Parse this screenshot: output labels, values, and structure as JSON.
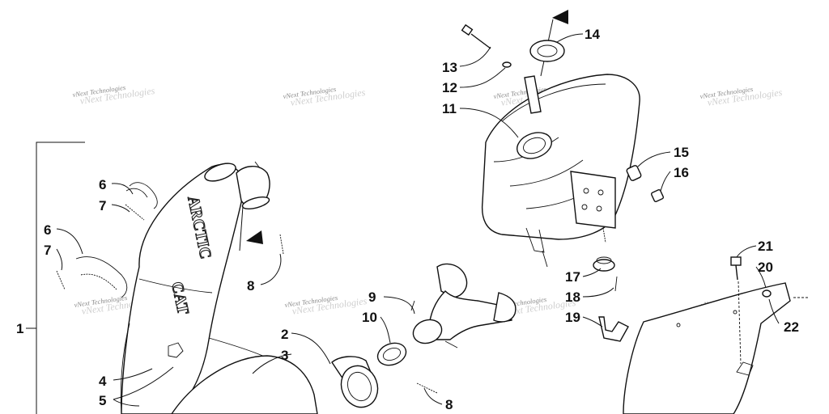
{
  "diagram": {
    "callouts": {
      "c1": "1",
      "c2": "2",
      "c3": "3",
      "c4": "4",
      "c5": "5",
      "c6a": "6",
      "c6b": "6",
      "c7a": "7",
      "c7b": "7",
      "c8a": "8",
      "c8b": "8",
      "c9": "9",
      "c10": "10",
      "c11": "11",
      "c12": "12",
      "c13": "13",
      "c14": "14",
      "c15": "15",
      "c16": "16",
      "c17": "17",
      "c18": "18",
      "c19": "19",
      "c20": "20",
      "c21": "21",
      "c22": "22"
    },
    "brand": {
      "word1": "ARCTIC",
      "word2": "CAT"
    },
    "watermark": {
      "text": "vNext Technologies"
    }
  }
}
